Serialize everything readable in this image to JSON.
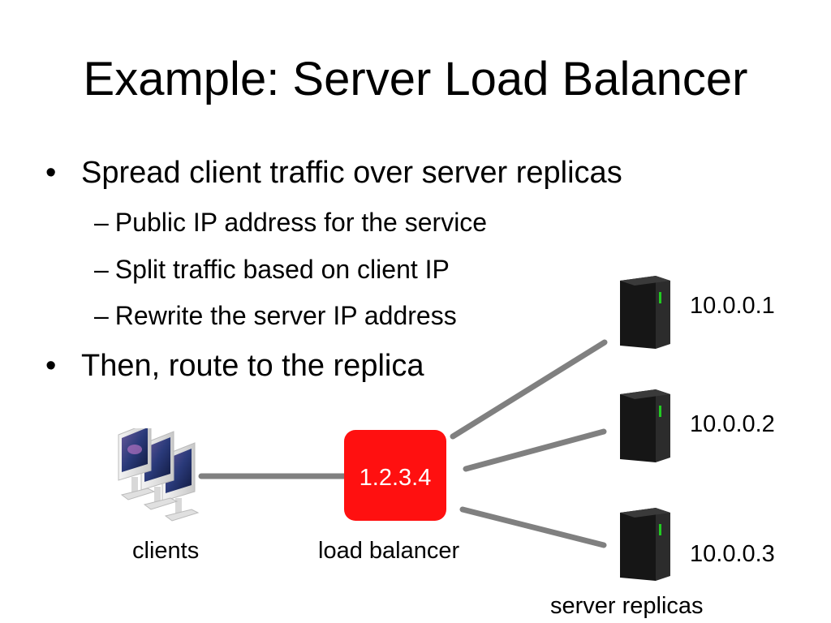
{
  "title": "Example: Server Load Balancer",
  "bullets": [
    {
      "text": "Spread client traffic over server replicas",
      "subs": [
        "Public IP address for the service",
        "Split traffic based on client IP",
        "Rewrite the server IP address"
      ]
    },
    {
      "text": "Then, route to the replica",
      "subs": []
    }
  ],
  "bullet_glyph": "•",
  "dash_glyph": "–",
  "diagram": {
    "load_balancer_ip": "1.2.3.4",
    "load_balancer_label": "load balancer",
    "clients_label": "clients",
    "servers_label": "server replicas",
    "servers": [
      {
        "ip": "10.0.0.1"
      },
      {
        "ip": "10.0.0.2"
      },
      {
        "ip": "10.0.0.3"
      }
    ],
    "colors": {
      "load_balancer": "#ff1010",
      "connector": "#808080",
      "server_body": "#1a1a1a",
      "server_led": "#22cc22"
    }
  }
}
